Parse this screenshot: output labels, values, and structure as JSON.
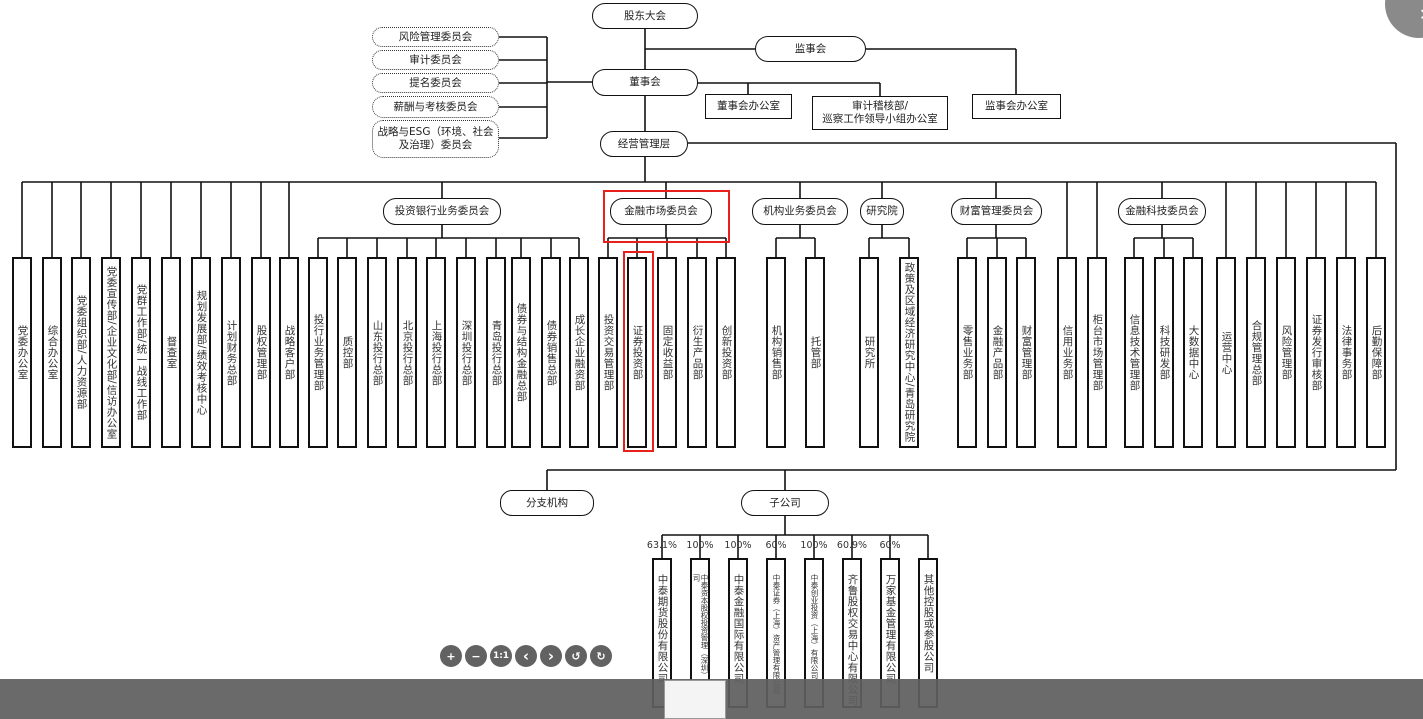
{
  "top": {
    "shareholders": "股东大会",
    "supervisors": "监事会",
    "board": "董事会",
    "management": "经营管理层",
    "board_office": "董事会办公室",
    "audit_dept": "审计稽核部/\n巡察工作领导小组办公室",
    "supervisors_office": "监事会办公室",
    "branches": "分支机构",
    "subsidiaries": "子公司"
  },
  "board_committees": [
    "风险管理委员会",
    "审计委员会",
    "提名委员会",
    "薪酬与考核委员会",
    "战略与ESG（环境、社会及治理）委员会"
  ],
  "committees": [
    "投资银行业务委员会",
    "金融市场委员会",
    "机构业务委员会",
    "研究院",
    "财富管理委员会",
    "金融科技委员会"
  ],
  "departments": [
    "党委办公室",
    "综合办公室",
    "党委组织部/人力资源部",
    "党委宣传部/企业文化部/信访办公室",
    "党群工作部/统一战线工作部",
    "督查室",
    "规划发展部/绩效考核中心",
    "计划财务总部",
    "股权管理部",
    "战略客户部",
    "投行业务管理部",
    "质控部",
    "山东投行总部",
    "北京投行总部",
    "上海投行总部",
    "深圳投行总部",
    "青岛投行总部",
    "债券与结构金融总部",
    "债券销售总部",
    "成长企业融资部",
    "投资交易管理部",
    "证券投资部",
    "固定收益部",
    "衍生产品部",
    "创新投资部",
    "机构销售部",
    "托管部",
    "研究所",
    "政策及区域经济研究中心/青岛研究院",
    "零售业务部",
    "金融产品部",
    "财富管理部",
    "信用业务部",
    "柜台市场管理部",
    "信息技术管理部",
    "科技研发部",
    "大数据中心",
    "运营中心",
    "合规管理总部",
    "风险管理部",
    "证券发行审核部",
    "法律事务部",
    "后勤保障部"
  ],
  "subsidiary_list": [
    {
      "name": "中泰期货股份有限公司",
      "pct": "63.1%"
    },
    {
      "name": "中泰资本股权投资管理（深圳）有限公司",
      "pct": "100%"
    },
    {
      "name": "中泰金融国际有限公司",
      "pct": "100%"
    },
    {
      "name": "中泰证券（上海）资产管理有限公司",
      "pct": "60%"
    },
    {
      "name": "中泰创业投资（上海）有限公司",
      "pct": "100%"
    },
    {
      "name": "齐鲁股权交易中心有限公司",
      "pct": "60.9%"
    },
    {
      "name": "万家基金管理有限公司",
      "pct": "60%"
    },
    {
      "name": "其他控股或参股公司",
      "pct": ""
    }
  ],
  "highlight_color": "#e8201c",
  "viewer": {
    "zoom_in": "+",
    "zoom_out": "−",
    "actual_size": "1:1",
    "prev": "‹",
    "next": "›",
    "rotate_left": "↺",
    "rotate_right": "↻",
    "close": "✕"
  }
}
